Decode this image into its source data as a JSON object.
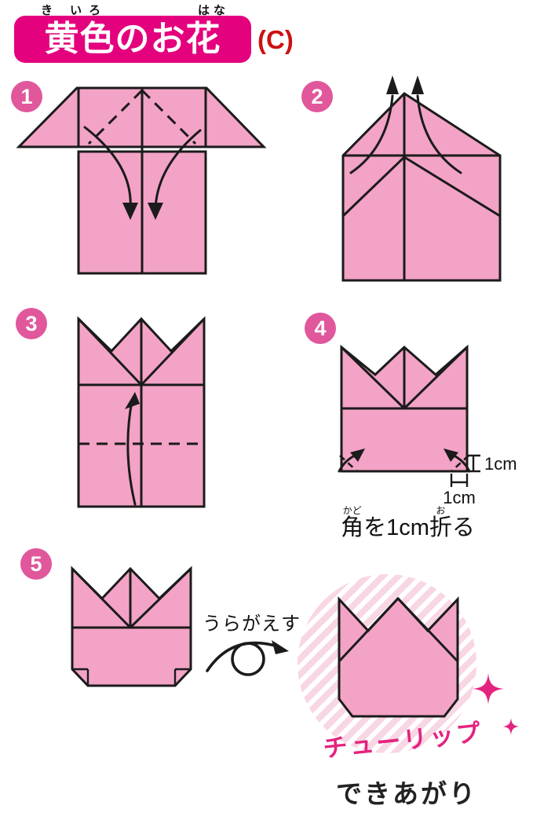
{
  "colors": {
    "title_bg": "#e4017e",
    "suffix_red": "#cc1111",
    "paper": "#f3a3c6",
    "outline": "#1b1b1b",
    "badge": "#e0579c",
    "stripe": "#f8d6e4",
    "accent": "#e4237f",
    "text": "#1b1b1b"
  },
  "header": {
    "title": "黄色のお花",
    "furigana_left": "き いろ",
    "furigana_right": "はな",
    "suffix": "(C)"
  },
  "steps": [
    {
      "number": "1"
    },
    {
      "number": "2"
    },
    {
      "number": "3"
    },
    {
      "number": "4"
    },
    {
      "number": "5"
    }
  ],
  "step4": {
    "measure_side": "1cm",
    "measure_bottom": "1cm",
    "caption": {
      "ruby1": "かど",
      "base1": "角",
      "mid": "を1cm",
      "ruby2": "お",
      "base2": "折",
      "tail": "る"
    }
  },
  "step5": {
    "flip_label": "うらがえす"
  },
  "result": {
    "name": "チューリップ",
    "status": "できあがり"
  }
}
